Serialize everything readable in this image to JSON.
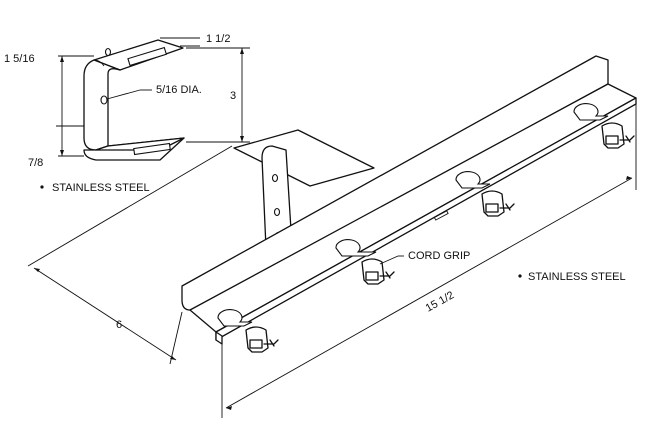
{
  "bracket_detail": {
    "dim_slot_width": "1 1/2",
    "dim_height_total": "1 5/16",
    "dim_hole": "5/16 DIA.",
    "dim_height_right": "3",
    "dim_bottom": "7/8",
    "material_note": "STAINLESS STEEL"
  },
  "assembly": {
    "callout_cord_grip": "CORD GRIP",
    "dim_width": "6",
    "dim_length": "15 1/2",
    "material_note": "STAINLESS STEEL"
  }
}
